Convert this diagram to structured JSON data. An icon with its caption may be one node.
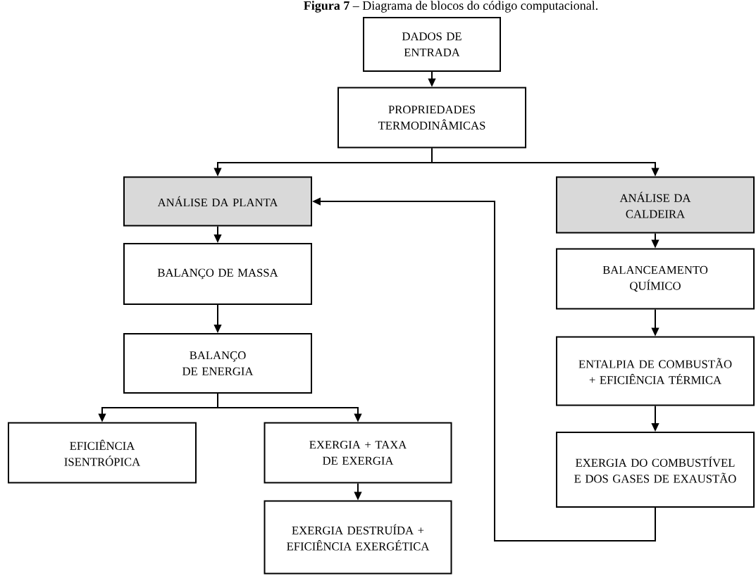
{
  "diagram": {
    "title": "**Figura 7** – Diagrama de blocos do código computacional.",
    "nodes": [
      {
        "text": [
          "DADOS DE ENTRADA"
        ]
      },
      {
        "text": [
          "PROPRIEDADES TERMODINÂMICAS"
        ]
      },
      {
        "text": [
          "ANÁLISE DA PLANTA"
        ]
      },
      {
        "text": [
          "ANÁLISE DA CALDEIRA"
        ]
      },
      {
        "text": [
          "BALANÇO DE MASSA"
        ]
      },
      {
        "text": [
          "BALANÇO DE ENERGIA"
        ]
      },
      {
        "text": [
          "EFICIÊNCIA ISENTRÓPICA"
        ]
      },
      {
        "text": [
          "EXERGIA + TAXA DE EXERGIA"
        ]
      },
      {
        "text": [
          "EXERGIA DESTRUÍDA + EFICIÊNCIA EXERGÉTICA"
        ]
      },
      {
        "text": [
          "BALANCEAMENTO QUÍMICO"
        ]
      },
      {
        "text": [
          "ENTALPIA DE COMBUSTÃO + EFICIÊNCIA TÉRMICA"
        ]
      },
      {
        "text": [
          "EXERGIA DO COMBUSTÍVEL E DOS GASES DE EXAUSTÃO"
        ]
      }
    ],
    "edges": [
      {
        "from": 0,
        "to": 1,
        "arrow": "to"
      },
      {
        "from": 1,
        "to": 2,
        "arrow": "to"
      },
      {
        "from": 1,
        "to": 3,
        "arrow": "to"
      },
      {
        "from": 2,
        "to": 4,
        "arrow": "to"
      },
      {
        "from": 4,
        "to": 5,
        "arrow": "to"
      },
      {
        "from": 5,
        "to": 6,
        "arrow": "to"
      },
      {
        "from": 5,
        "to": 7,
        "arrow": "to"
      },
      {
        "from": 7,
        "to": 8,
        "arrow": "to"
      },
      {
        "from": 3,
        "to": 9,
        "arrow": "to"
      },
      {
        "from": 9,
        "to": 10,
        "arrow": "to"
      },
      {
        "from": 10,
        "to": 11,
        "arrow": "to"
      },
      {
        "from": 11,
        "to": 2,
        "arrow": "to"
      }
    ]
  }
}
